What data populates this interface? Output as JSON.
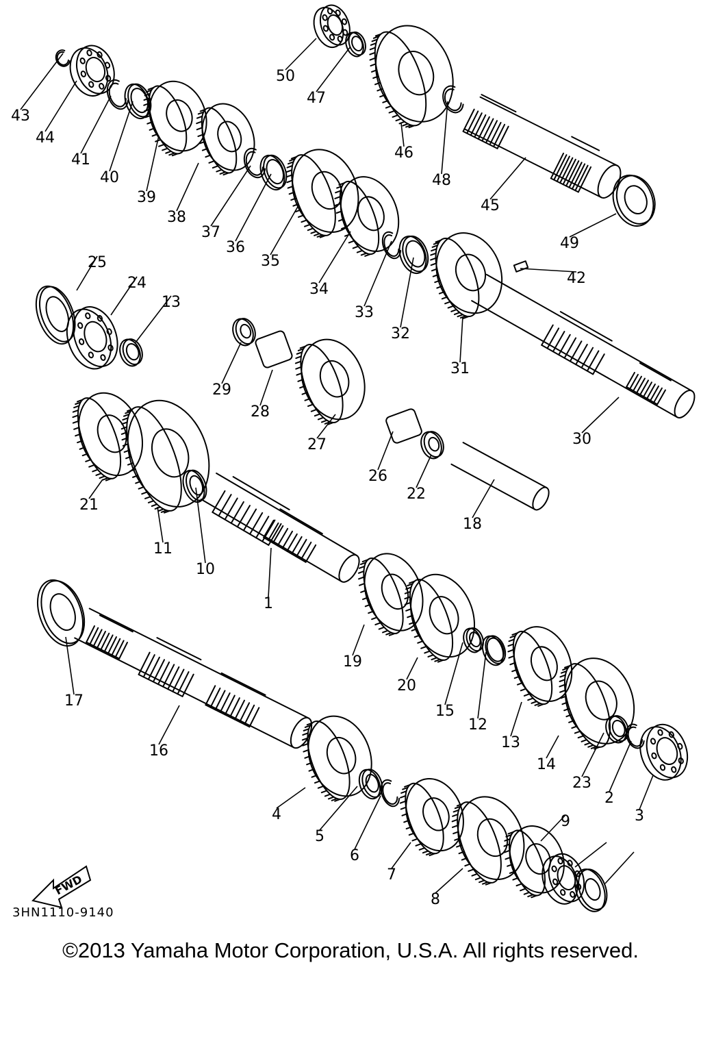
{
  "diagram": {
    "drawing_code": "3HN1110-9140",
    "fwd_label": "FWD",
    "copyright": "©2013 Yamaha Motor Corporation, U.S.A. All rights reserved.",
    "callouts": [
      "43",
      "44",
      "41",
      "40",
      "39",
      "38",
      "37",
      "36",
      "35",
      "34",
      "33",
      "32",
      "31",
      "30",
      "42",
      "50",
      "47",
      "46",
      "48",
      "45",
      "49",
      "25",
      "24",
      "13",
      "29",
      "28",
      "27",
      "26",
      "22",
      "18",
      "21",
      "11",
      "10",
      "1",
      "17",
      "16",
      "19",
      "20",
      "15",
      "12",
      "13",
      "14",
      "23",
      "2",
      "3",
      "4",
      "5",
      "6",
      "7",
      "8",
      "9"
    ]
  }
}
